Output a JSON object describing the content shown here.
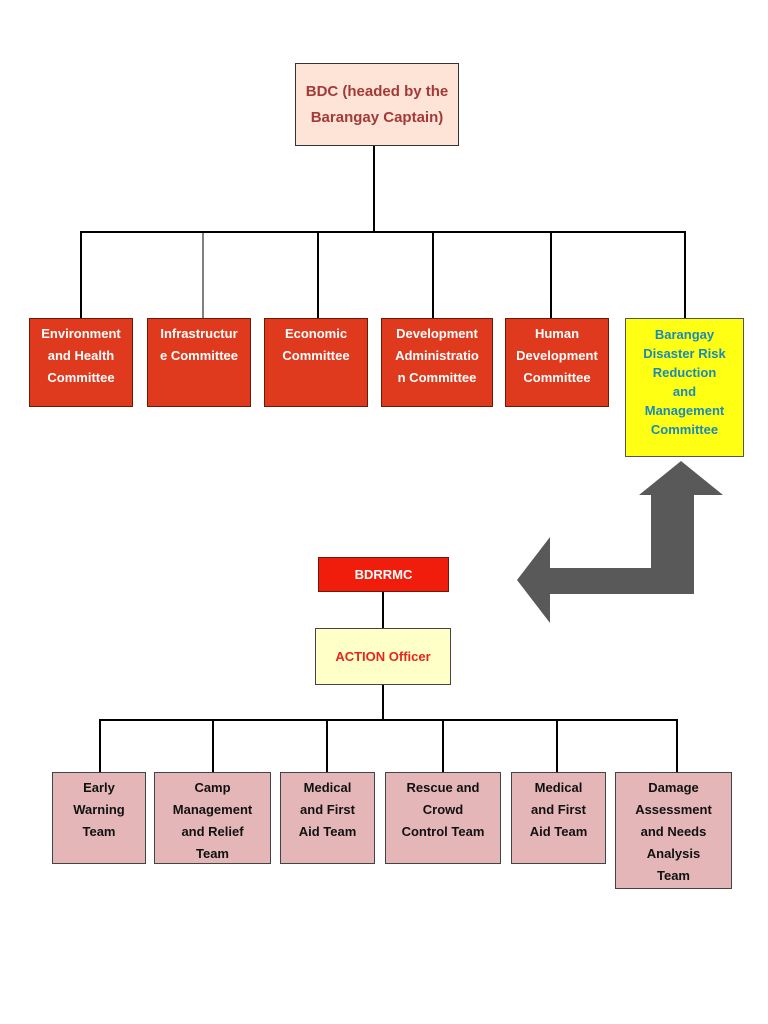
{
  "root": {
    "label": "BDC (headed by the\nBarangay Captain)"
  },
  "committees": [
    {
      "label": "Environment\nand Health\nCommittee"
    },
    {
      "label": "Infrastructur\ne Committee"
    },
    {
      "label": "Economic\nCommittee"
    },
    {
      "label": "Development\nAdministratio\nn Committee"
    },
    {
      "label": "Human\nDevelopment\nCommittee"
    },
    {
      "label": "Barangay\nDisaster Risk\nReduction\nand\nManagement\nCommittee"
    }
  ],
  "bdrrmc": {
    "label": "BDRRMC"
  },
  "action_officer": {
    "label": "ACTION Officer"
  },
  "teams": [
    {
      "label": "Early\nWarning\nTeam"
    },
    {
      "label": "Camp\nManagement\nand Relief\nTeam"
    },
    {
      "label": "Medical\nand First\nAid Team"
    },
    {
      "label": "Rescue and\nCrowd\nControl Team"
    },
    {
      "label": "Medical\nand First\nAid Team"
    },
    {
      "label": "Damage\nAssessment\nand Needs\nAnalysis\nTeam"
    }
  ],
  "colors": {
    "root_fill": "#fde4d6",
    "committee_fill": "#e03a1e",
    "highlight_fill": "#ffff14",
    "bdrrmc_fill": "#f01d0c",
    "officer_fill": "#ffffc8",
    "team_fill": "#e4b6b8",
    "arrow_fill": "#595959"
  }
}
